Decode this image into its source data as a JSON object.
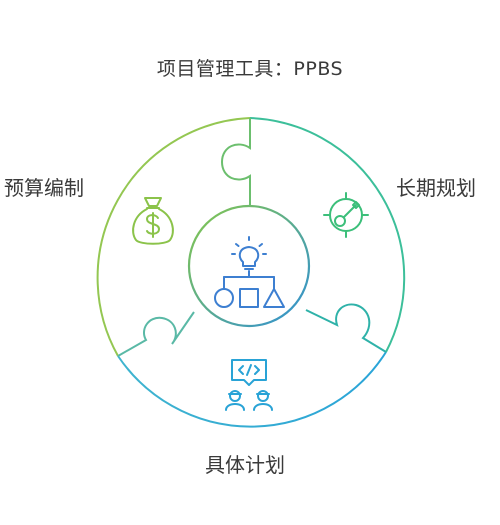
{
  "title": "项目管理工具：PPBS",
  "segments": {
    "budgeting": {
      "label": "预算编制",
      "icon": "money-bag-icon"
    },
    "long_term_planning": {
      "label": "长期规划",
      "icon": "target-dart-icon"
    },
    "specific_planning": {
      "label": "具体计划",
      "icon": "code-team-icon"
    }
  },
  "center": {
    "icon": "idea-shapes-icon"
  },
  "colors": {
    "green": "#8bc34a",
    "teal": "#2bb0a4",
    "cyan": "#29a3d6",
    "blue": "#3d7fd1",
    "background": "#ffffff"
  }
}
